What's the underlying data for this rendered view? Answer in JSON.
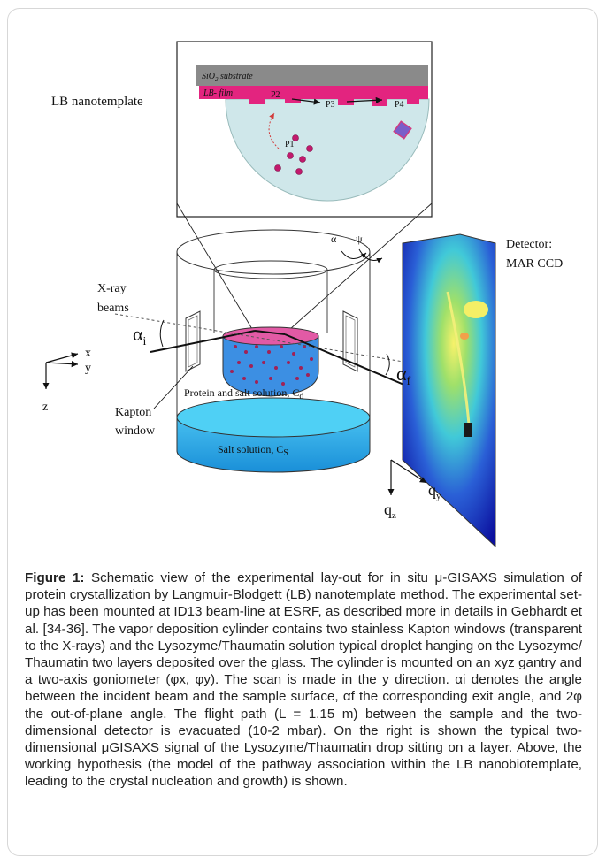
{
  "figure": {
    "inset": {
      "substrate_label": "SiO",
      "substrate_sub": "2",
      "substrate_rest": " substrate",
      "film_label": "LB- film",
      "p1": "P1",
      "p2": "P2",
      "p3": "P3",
      "p4": "P4"
    },
    "lb_nanotemplate": "LB nanotemplate",
    "detector_line1": "Detector:",
    "detector_line2": "MAR CCD",
    "xray_line1": "X-ray",
    "xray_line2": "beams",
    "alpha_i": "α",
    "alpha_i_sub": "i",
    "alpha_f": "α",
    "alpha_f_sub": "f",
    "alpha_small": "α",
    "psi_small": "ψ",
    "axis_x": "x",
    "axis_y": "y",
    "axis_z": "z",
    "kapton_line1": "Kapton",
    "kapton_line2": "window",
    "protein_label": "Protein and salt solution, C",
    "protein_sub": "d",
    "salt_label": "Salt solution, C",
    "salt_sub": "S",
    "qy": "q",
    "qy_sub": "y",
    "qz": "q",
    "qz_sub": "z"
  },
  "caption": {
    "lead": "Figure 1:",
    "text": " Schematic view of the experimental lay-out for in situ μ-GISAXS simulation of protein crystallization by Langmuir-Blodgett (LB) nanotemplate method. The experimental set-up has been mounted at ID13 beam-line at ESRF, as described more in details in Gebhardt et al. [34-36]. The vapor deposition cylinder contains two stainless Kapton windows (transparent to the X-rays) and the Lysozyme/Thaumatin solution typical droplet hanging on the Lysozyme/ Thaumatin two layers deposited over the glass. The cylinder is mounted on an xyz gantry and a two-axis goniometer (φx, φy). The scan is made in the y direction. αi denotes the angle between the incident beam and the sample surface, αf the corresponding exit angle, and 2φ the out-of-plane angle. The flight path (L = 1.15 m) between the sample and the two-dimensional detector is evacuated (10-2 mbar). On the right is shown the typical two-dimensional μGISAXS signal of the Lysozyme/Thaumatin drop sitting on a layer. Above, the working hypothesis (the model of the pathway association within the LB nanobiotemplate, leading to the crystal nucleation and growth) is shown."
  }
}
